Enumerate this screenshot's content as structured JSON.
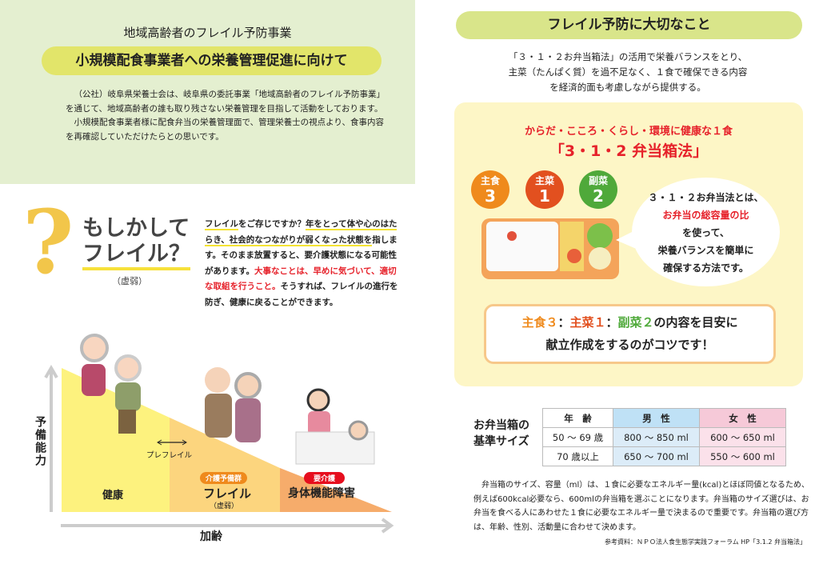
{
  "left": {
    "subtitle": "地域高齢者のフレイル予防事業",
    "title": "小規模配食事業者への栄養管理促進に向けて",
    "intro": [
      "（公社）岐阜県栄養士会は、岐阜県の委託事業「地域高齢者のフレイル予防事業」を通じて、地域高齢者の誰も取り残さない栄養管理を目指して活動をしております。",
      "小規模配食事業者様に配食弁当の栄養管理面で、管理栄養士の視点より、食事内容を再確認していただけたらとの思いです。"
    ],
    "heading1": "もしかして",
    "heading2": "フレイル？",
    "heading_note": "（虚弱）",
    "desc": {
      "u1": "フレイル",
      "t1": "をご存じですか？",
      "u2": "年をとって体や心のはたらき、社会的なつながりが弱くなった状態を",
      "t2": "指します。そのまま放置すると、要介護状態になる可能性があります。",
      "red": "大事なことは、早めに気づいて、適切な取組を行うこと。",
      "t3": "そうすれば、フレイルの進行を防ぎ、健康に戻ることができます。"
    },
    "diagram": {
      "y_axis": "予備能力",
      "x_axis": "加齢",
      "pre_frail": "プレフレイル",
      "healthy": "健康",
      "frail_badge": "介護予備群",
      "frail": "フレイル",
      "frail_note": "（虚弱）",
      "care_badge": "要介護",
      "disability": "身体機能障害"
    }
  },
  "right": {
    "title": "フレイル予防に大切なこと",
    "intro": [
      "「３・１・２お弁当箱法」の活用で栄養バランスをとり、",
      "主菜（たんぱく質）を過不足なく、１食で確保できる内容",
      "を経済的面も考慮しながら提供する。"
    ],
    "box_sub": "からだ・こころ・くらし・環境に健康な１食",
    "box_title": "「3・1・2 弁当箱法」",
    "bubbles": [
      {
        "label": "主食",
        "num": "3",
        "color": "#ef8a1c"
      },
      {
        "label": "主菜",
        "num": "1",
        "color": "#e2501f"
      },
      {
        "label": "副菜",
        "num": "2",
        "color": "#4fa93a"
      }
    ],
    "speech": {
      "l1": "３・１・２お弁当法とは、",
      "red": "お弁当の総容量の比",
      "l3": "を使って、",
      "l4": "栄養バランスを簡単に",
      "l5": "確保する方法です。"
    },
    "tip": {
      "a": "主食３",
      "sep1": "：",
      "b": "主菜１",
      "sep2": "：",
      "c": "副菜２",
      "rest": "の内容を目安に",
      "line2": "献立作成をするのがコツです！"
    },
    "table_label": [
      "お弁当箱の",
      "基準サイズ"
    ],
    "table": {
      "headers": [
        "年　齢",
        "男　性",
        "女　性"
      ],
      "rows": [
        [
          "50 ～ 69 歳",
          "800 ～ 850 ml",
          "600 ～ 650 ml"
        ],
        [
          "70 歳以上",
          "650 ～ 700 ml",
          "550 ～ 600 ml"
        ]
      ]
    },
    "notes": "弁当箱のサイズ、容量（ml）は、１食に必要なエネルギー量(kcal)とほぼ同値となるため、例えば600kcal必要なら、600mlの弁当箱を選ぶことになります。弁当箱のサイズ選びは、お弁当を食べる人にあわせた１食に必要なエネルギー量で決まるので重要です。弁当箱の選び方は、年齢、性別、活動量に合わせて決めます。",
    "reference": "参考資料：ＮＰＯ法人食生態学実践フォーラム HP「3.1.2 弁当箱法」"
  }
}
